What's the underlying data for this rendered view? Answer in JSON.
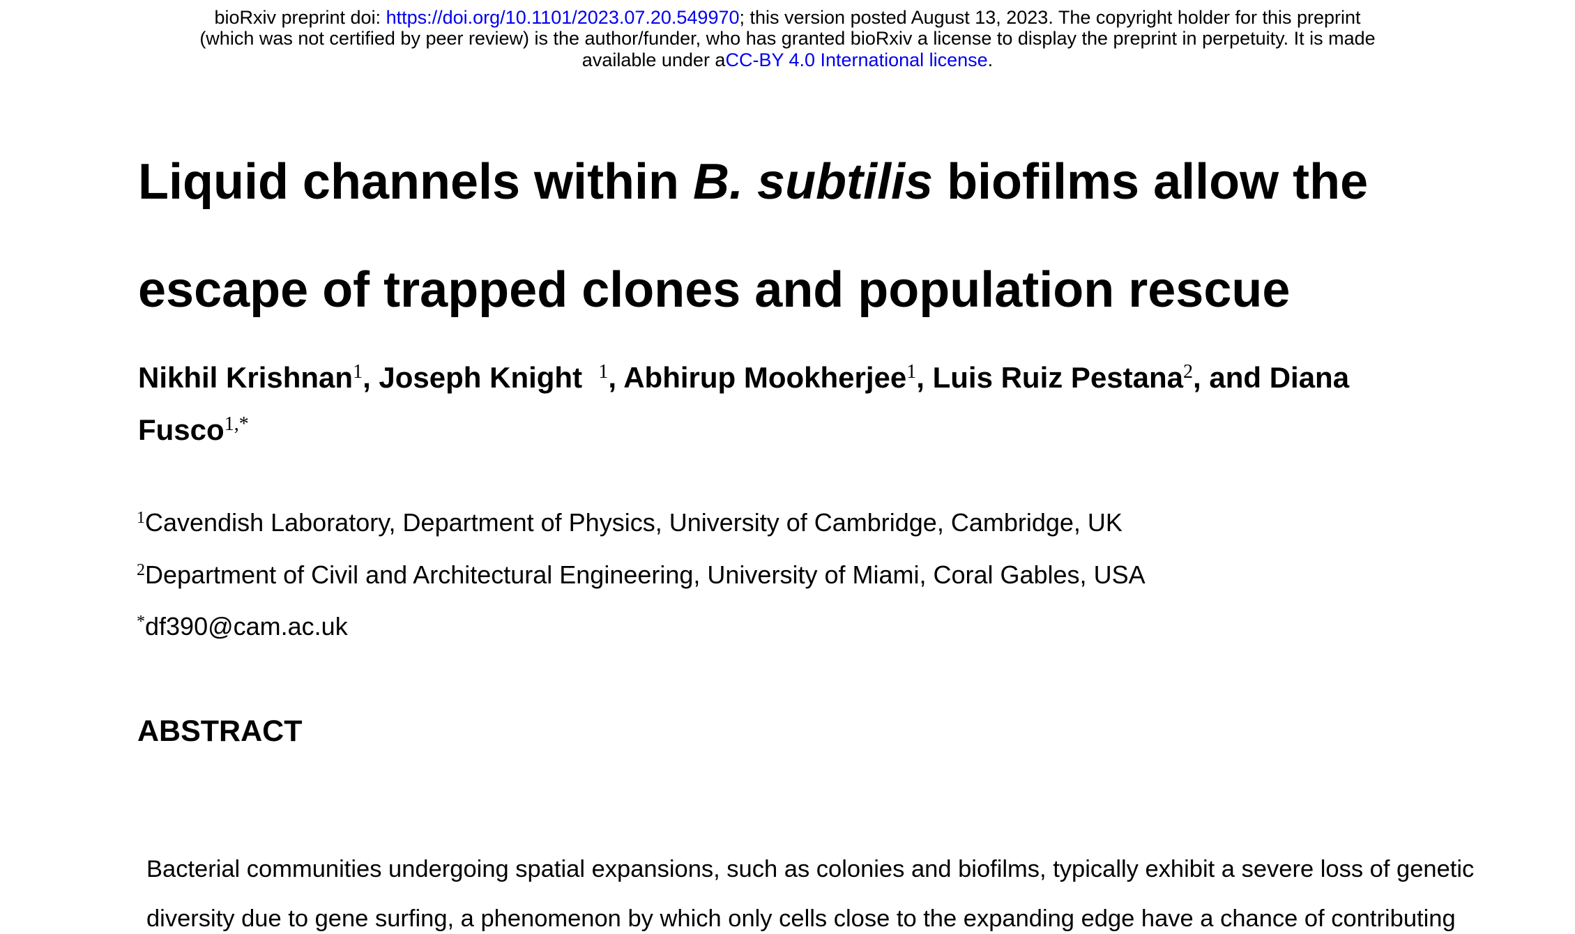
{
  "header": {
    "line1_prefix": "bioRxiv preprint doi: ",
    "doi_link": "https://doi.org/10.1101/2023.07.20.549970",
    "line1_suffix": "; this version posted August 13, 2023. The copyright holder for this preprint",
    "line2": "(which was not certified by peer review) is the author/funder, who has granted bioRxiv a license to display the preprint in perpetuity. It is made",
    "line3_prefix": "available under a",
    "license_link": "CC-BY 4.0 International license",
    "line3_suffix": "."
  },
  "title": {
    "line1_pre": "Liquid channels within ",
    "line1_italic": "B. subtilis",
    "line1_post": " biofilms allow the",
    "line2": "escape of trapped clones and population rescue"
  },
  "authors": [
    {
      "name": "Nikhil Krishnan",
      "sup": "1",
      "sep": ", "
    },
    {
      "name": "Joseph Knight ",
      "sup": "1",
      "sep": ", "
    },
    {
      "name": "Abhirup Mookherjee",
      "sup": "1",
      "sep": ", "
    },
    {
      "name": "Luis Ruiz Pestana",
      "sup": "2",
      "sep": ", and Diana"
    },
    {
      "name": "Fusco",
      "sup": "1,*",
      "sep": ""
    }
  ],
  "affiliations": [
    {
      "sup": "1",
      "text": "Cavendish Laboratory, Department of Physics, University of Cambridge, Cambridge, UK"
    },
    {
      "sup": "2",
      "text": "Department of Civil and Architectural Engineering, University of Miami, Coral Gables, USA"
    },
    {
      "sup": "*",
      "text": "df390@cam.ac.uk"
    }
  ],
  "abstract": {
    "heading": "ABSTRACT",
    "lines": [
      "Bacterial communities undergoing spatial expansions, such as colonies and biofilms, typically exhibit a severe loss of genetic",
      "diversity due to gene surfing, a phenomenon by which only cells close to the expanding edge have a chance of contributing"
    ]
  }
}
